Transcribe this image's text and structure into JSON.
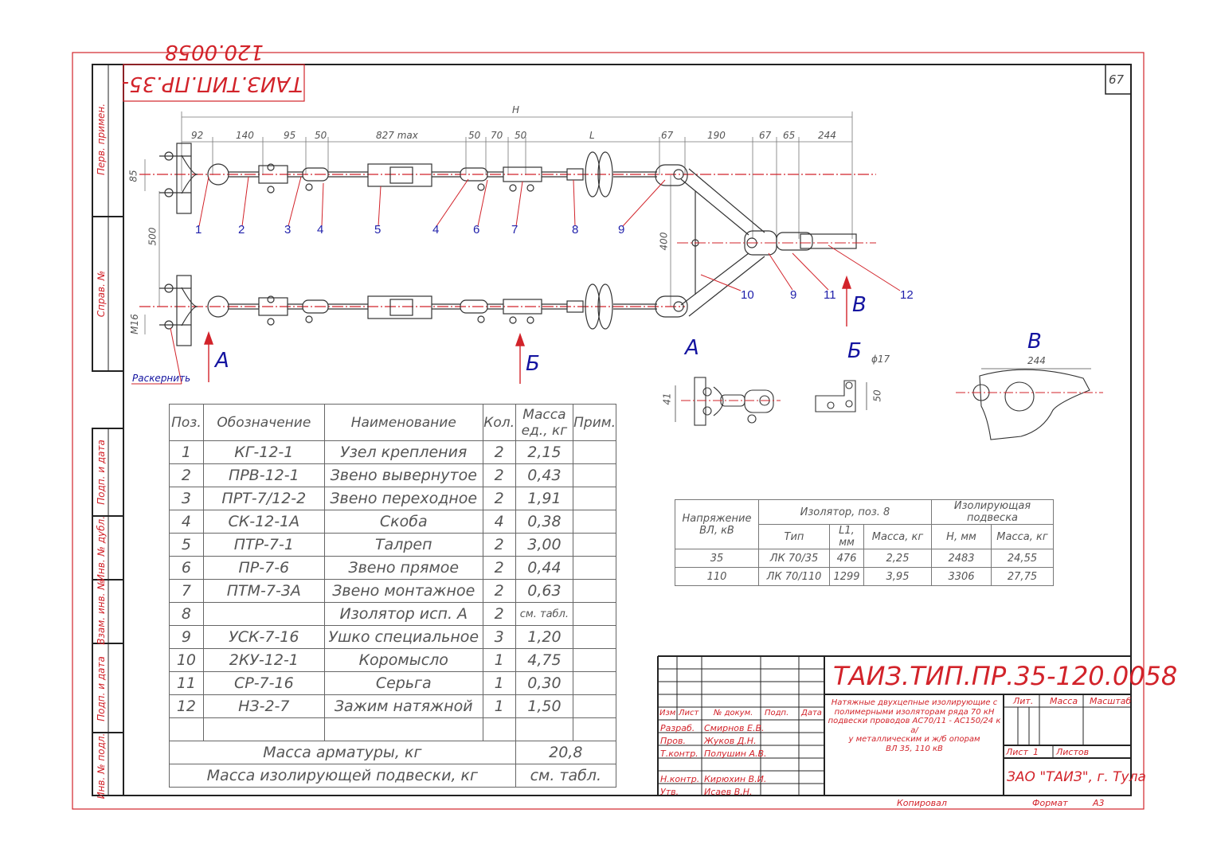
{
  "sheet": {
    "number": "67",
    "code_stamp": "ТАИЗ.ТИП.ПР.35-120.0058",
    "title_code": "ТАИЗ.ТИП.ПР.35-120.0058",
    "left_margin": [
      "Перв. примен.",
      "Справ. №",
      "Подп. и дата",
      "Инв. № дубл.",
      "Взам. инв. №",
      "Подп. и дата",
      "Инв. № подл."
    ],
    "raskernit": "Раскернить",
    "colors": {
      "red": "#d2232a",
      "blue": "#1e1eaa",
      "gray": "#555555"
    }
  },
  "drawing": {
    "dims_top": [
      "H",
      "92",
      "140",
      "95",
      "50",
      "827 max",
      "50",
      "70",
      "50",
      "L",
      "67",
      "190",
      "67",
      "65",
      "244"
    ],
    "dims_side": [
      "85",
      "500",
      "M16",
      "400"
    ],
    "callouts": [
      "1",
      "2",
      "3",
      "4",
      "5",
      "4",
      "6",
      "7",
      "8",
      "9",
      "10",
      "9",
      "11",
      "12"
    ],
    "view_arrows": {
      "a": "А",
      "b": "Б",
      "v": "В"
    },
    "views": {
      "a": {
        "label": "А",
        "dim": "41"
      },
      "b": {
        "label": "Б",
        "dim_d": "ϕ17",
        "dim": "50"
      },
      "v": {
        "label": "В",
        "dim": "244"
      }
    }
  },
  "parts_table": {
    "headers": [
      "Поз.",
      "Обозначение",
      "Наименование",
      "Кол.",
      "Масса ед., кг",
      "Прим."
    ],
    "rows": [
      [
        "1",
        "КГ-12-1",
        "Узел крепления",
        "2",
        "2,15",
        ""
      ],
      [
        "2",
        "ПРВ-12-1",
        "Звено вывернутое",
        "2",
        "0,43",
        ""
      ],
      [
        "3",
        "ПРТ-7/12-2",
        "Звено переходное",
        "2",
        "1,91",
        ""
      ],
      [
        "4",
        "СК-12-1А",
        "Скоба",
        "4",
        "0,38",
        ""
      ],
      [
        "5",
        "ПТР-7-1",
        "Талреп",
        "2",
        "3,00",
        ""
      ],
      [
        "6",
        "ПР-7-6",
        "Звено прямое",
        "2",
        "0,44",
        ""
      ],
      [
        "7",
        "ПТМ-7-3А",
        "Звено монтажное",
        "2",
        "0,63",
        ""
      ],
      [
        "8",
        "",
        "Изолятор исп. А",
        "2",
        "см. табл.",
        ""
      ],
      [
        "9",
        "УСК-7-16",
        "Ушко специальное",
        "3",
        "1,20",
        ""
      ],
      [
        "10",
        "2КУ-12-1",
        "Коромысло",
        "1",
        "4,75",
        ""
      ],
      [
        "11",
        "СР-7-16",
        "Серьга",
        "1",
        "0,30",
        ""
      ],
      [
        "12",
        "НЗ-2-7",
        "Зажим натяжной",
        "1",
        "1,50",
        ""
      ],
      [
        "",
        "",
        "",
        "",
        "",
        ""
      ]
    ],
    "mass_armatury_label": "Масса арматуры, кг",
    "mass_armatury_value": "20,8",
    "mass_podveski_label": "Масса изолирующей подвески, кг",
    "mass_podveski_value": "см. табл."
  },
  "insulator_table": {
    "h_voltage": "Напряжение ВЛ, кВ",
    "h_insulator": "Изолятор, поз. 8",
    "h_suspension": "Изолирующая подвеска",
    "sub": [
      "Тип",
      "L1, мм",
      "Масса, кг",
      "Н, мм",
      "Масса, кг"
    ],
    "rows": [
      [
        "35",
        "ЛК 70/35",
        "476",
        "2,25",
        "2483",
        "24,55"
      ],
      [
        "110",
        "ЛК 70/110",
        "1299",
        "3,95",
        "3306",
        "27,75"
      ]
    ]
  },
  "title_block": {
    "cols": [
      "Изм",
      "Лист",
      "№ докум.",
      "Подп.",
      "Дата"
    ],
    "people": [
      [
        "Разраб.",
        "Смирнов Е.В."
      ],
      [
        "Пров.",
        "Жуков Д.Н."
      ],
      [
        "Т.контр.",
        "Полушин А.В."
      ],
      [
        "",
        ""
      ],
      [
        "Н.контр.",
        "Кирюхин В.И."
      ],
      [
        "Утв.",
        "Исаев В.Н."
      ]
    ],
    "description": [
      "Натяжные двухцепные изолирующие с",
      "полимерными изоляторам ряда 70 кН",
      "подвески проводов АС70/11 - АС150/24 к а/",
      "у металлическим и ж/б опорам",
      "ВЛ 35, 110 кВ"
    ],
    "lit": "Лит.",
    "massa": "Масса",
    "masshtab": "Масштаб",
    "list": "Лист",
    "list_n": "1",
    "listov": "Листов",
    "company": "ЗАО \"ТАИЗ\", г. Тула",
    "kopiroval": "Копировал",
    "format_label": "Формат",
    "format_value": "А3"
  }
}
